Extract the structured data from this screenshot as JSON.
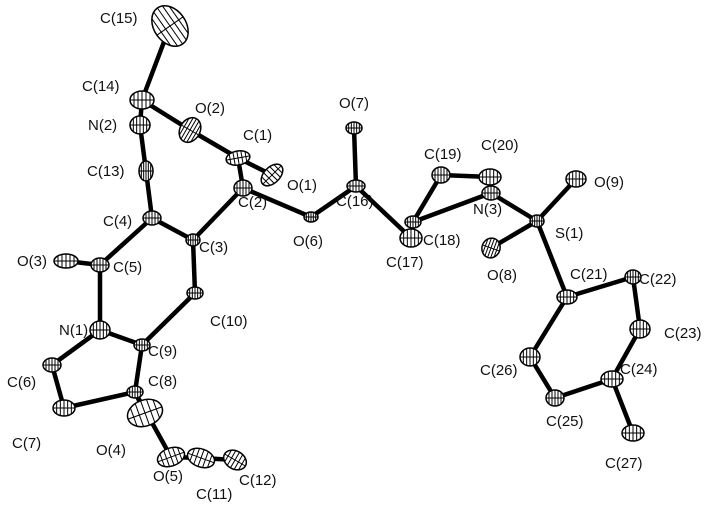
{
  "figure": {
    "atoms": [
      {
        "id": "C15",
        "label": "C(15)"
      },
      {
        "id": "C14",
        "label": "C(14)"
      },
      {
        "id": "N2",
        "label": "N(2)"
      },
      {
        "id": "C13",
        "label": "C(13)"
      },
      {
        "id": "O2",
        "label": "O(2)"
      },
      {
        "id": "C1",
        "label": "C(1)"
      },
      {
        "id": "O1",
        "label": "O(1)"
      },
      {
        "id": "C2",
        "label": "C(2)"
      },
      {
        "id": "C4",
        "label": "C(4)"
      },
      {
        "id": "C3",
        "label": "C(3)"
      },
      {
        "id": "O3",
        "label": "O(3)"
      },
      {
        "id": "C5",
        "label": "C(5)"
      },
      {
        "id": "N1",
        "label": "N(1)"
      },
      {
        "id": "C10",
        "label": "C(10)"
      },
      {
        "id": "C9",
        "label": "C(9)"
      },
      {
        "id": "C6",
        "label": "C(6)"
      },
      {
        "id": "C8",
        "label": "C(8)"
      },
      {
        "id": "C7",
        "label": "C(7)"
      },
      {
        "id": "O4",
        "label": "O(4)"
      },
      {
        "id": "O5",
        "label": "O(5)"
      },
      {
        "id": "C11",
        "label": "C(11)"
      },
      {
        "id": "C12",
        "label": "C(12)"
      },
      {
        "id": "O6",
        "label": "O(6)"
      },
      {
        "id": "O7",
        "label": "O(7)"
      },
      {
        "id": "C16",
        "label": "C(16)"
      },
      {
        "id": "C17",
        "label": "C(17)"
      },
      {
        "id": "C18",
        "label": "C(18)"
      },
      {
        "id": "C19",
        "label": "C(19)"
      },
      {
        "id": "C20",
        "label": "C(20)"
      },
      {
        "id": "N3",
        "label": "N(3)"
      },
      {
        "id": "O8",
        "label": "O(8)"
      },
      {
        "id": "O9",
        "label": "O(9)"
      },
      {
        "id": "S1",
        "label": "S(1)"
      },
      {
        "id": "C21",
        "label": "C(21)"
      },
      {
        "id": "C22",
        "label": "C(22)"
      },
      {
        "id": "C23",
        "label": "C(23)"
      },
      {
        "id": "C24",
        "label": "C(24)"
      },
      {
        "id": "C25",
        "label": "C(25)"
      },
      {
        "id": "C26",
        "label": "C(26)"
      },
      {
        "id": "C27",
        "label": "C(27)"
      }
    ],
    "bonds": [
      [
        "C15",
        "C14"
      ],
      [
        "C14",
        "N2"
      ],
      [
        "N2",
        "C13"
      ],
      [
        "C13",
        "C4"
      ],
      [
        "O2",
        "C1"
      ],
      [
        "C1",
        "O1"
      ],
      [
        "C1",
        "C2"
      ],
      [
        "O2",
        "C14"
      ],
      [
        "C2",
        "C3"
      ],
      [
        "C2",
        "O6"
      ],
      [
        "C4",
        "C3"
      ],
      [
        "C4",
        "C5"
      ],
      [
        "C5",
        "O3"
      ],
      [
        "C5",
        "N1"
      ],
      [
        "C3",
        "C10"
      ],
      [
        "C10",
        "C9"
      ],
      [
        "C9",
        "N1"
      ],
      [
        "N1",
        "C6"
      ],
      [
        "C9",
        "C8"
      ],
      [
        "C6",
        "C7"
      ],
      [
        "C7",
        "C8"
      ],
      [
        "C8",
        "O4"
      ],
      [
        "C8",
        "O5"
      ],
      [
        "O5",
        "C11"
      ],
      [
        "C11",
        "C12"
      ],
      [
        "O6",
        "C16"
      ],
      [
        "C16",
        "O7"
      ],
      [
        "C16",
        "C17"
      ],
      [
        "C17",
        "C18"
      ],
      [
        "C18",
        "C19"
      ],
      [
        "C19",
        "C20"
      ],
      [
        "C20",
        "N3"
      ],
      [
        "C18",
        "N3"
      ],
      [
        "N3",
        "S1"
      ],
      [
        "S1",
        "O8"
      ],
      [
        "S1",
        "O9"
      ],
      [
        "S1",
        "C21"
      ],
      [
        "C21",
        "C22"
      ],
      [
        "C22",
        "C23"
      ],
      [
        "C23",
        "C24"
      ],
      [
        "C24",
        "C25"
      ],
      [
        "C25",
        "C26"
      ],
      [
        "C26",
        "C21"
      ],
      [
        "C24",
        "C27"
      ]
    ]
  }
}
